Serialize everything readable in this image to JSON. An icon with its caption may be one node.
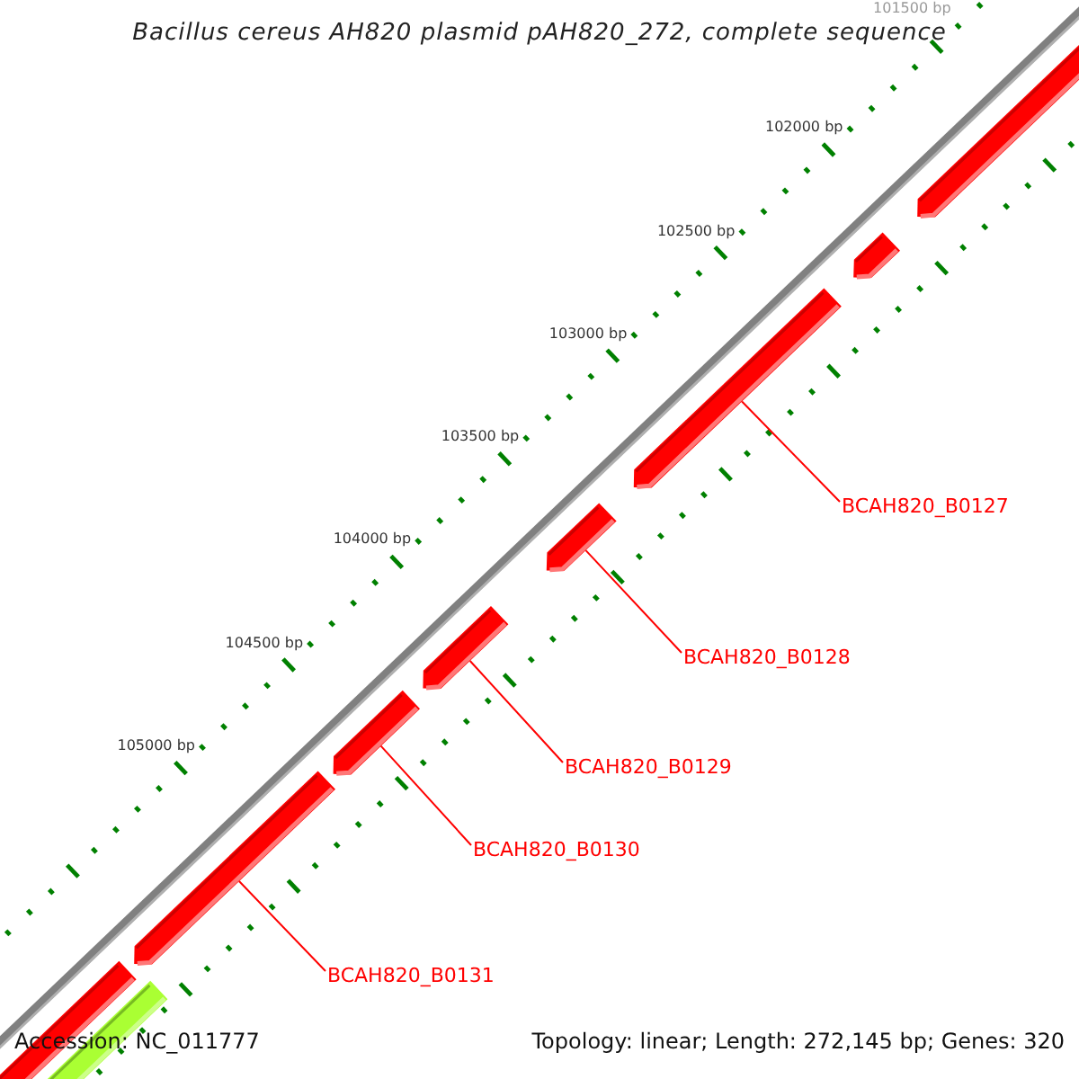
{
  "diagram": {
    "title": "Bacillus cereus AH820 plasmid pAH820_272, complete sequence",
    "nodes": [
      {
        "text": [],
        "shape": "bar"
      },
      {
        "text": [],
        "shape": "bar"
      },
      {
        "text": [],
        "shape": "bar"
      },
      {
        "text": [],
        "shape": "bar"
      },
      {
        "text": [],
        "shape": "bar"
      },
      {
        "text": [],
        "shape": "bar"
      },
      {
        "text": [],
        "shape": "bar"
      },
      {
        "text": [],
        "shape": "bar"
      },
      {
        "text": [],
        "shape": "bar"
      },
      {
        "text": [
          "BCAH820_B0127"
        ]
      },
      {
        "text": [
          "BCAH820_B0128"
        ]
      },
      {
        "text": [
          "BCAH820_B0129"
        ]
      },
      {
        "text": [
          "BCAH820_B0130"
        ]
      },
      {
        "text": [
          "BCAH820_B0131"
        ]
      }
    ],
    "edges": [
      {
        "from": 9,
        "to": 2,
        "arrow": "none"
      },
      {
        "from": 10,
        "to": 3,
        "arrow": "none"
      },
      {
        "from": 11,
        "to": 4,
        "arrow": "none"
      },
      {
        "from": 12,
        "to": 5,
        "arrow": "none"
      },
      {
        "from": 13,
        "to": 6,
        "arrow": "none"
      }
    ],
    "labels": [
      "101500 bp",
      "102000 bp",
      "102500 bp",
      "103000 bp",
      "103500 bp",
      "104000 bp",
      "104500 bp",
      "105000 bp",
      "Accession: NC_011777",
      "Topology: linear; Length: 272,145 bp; Genes: 320"
    ]
  }
}
